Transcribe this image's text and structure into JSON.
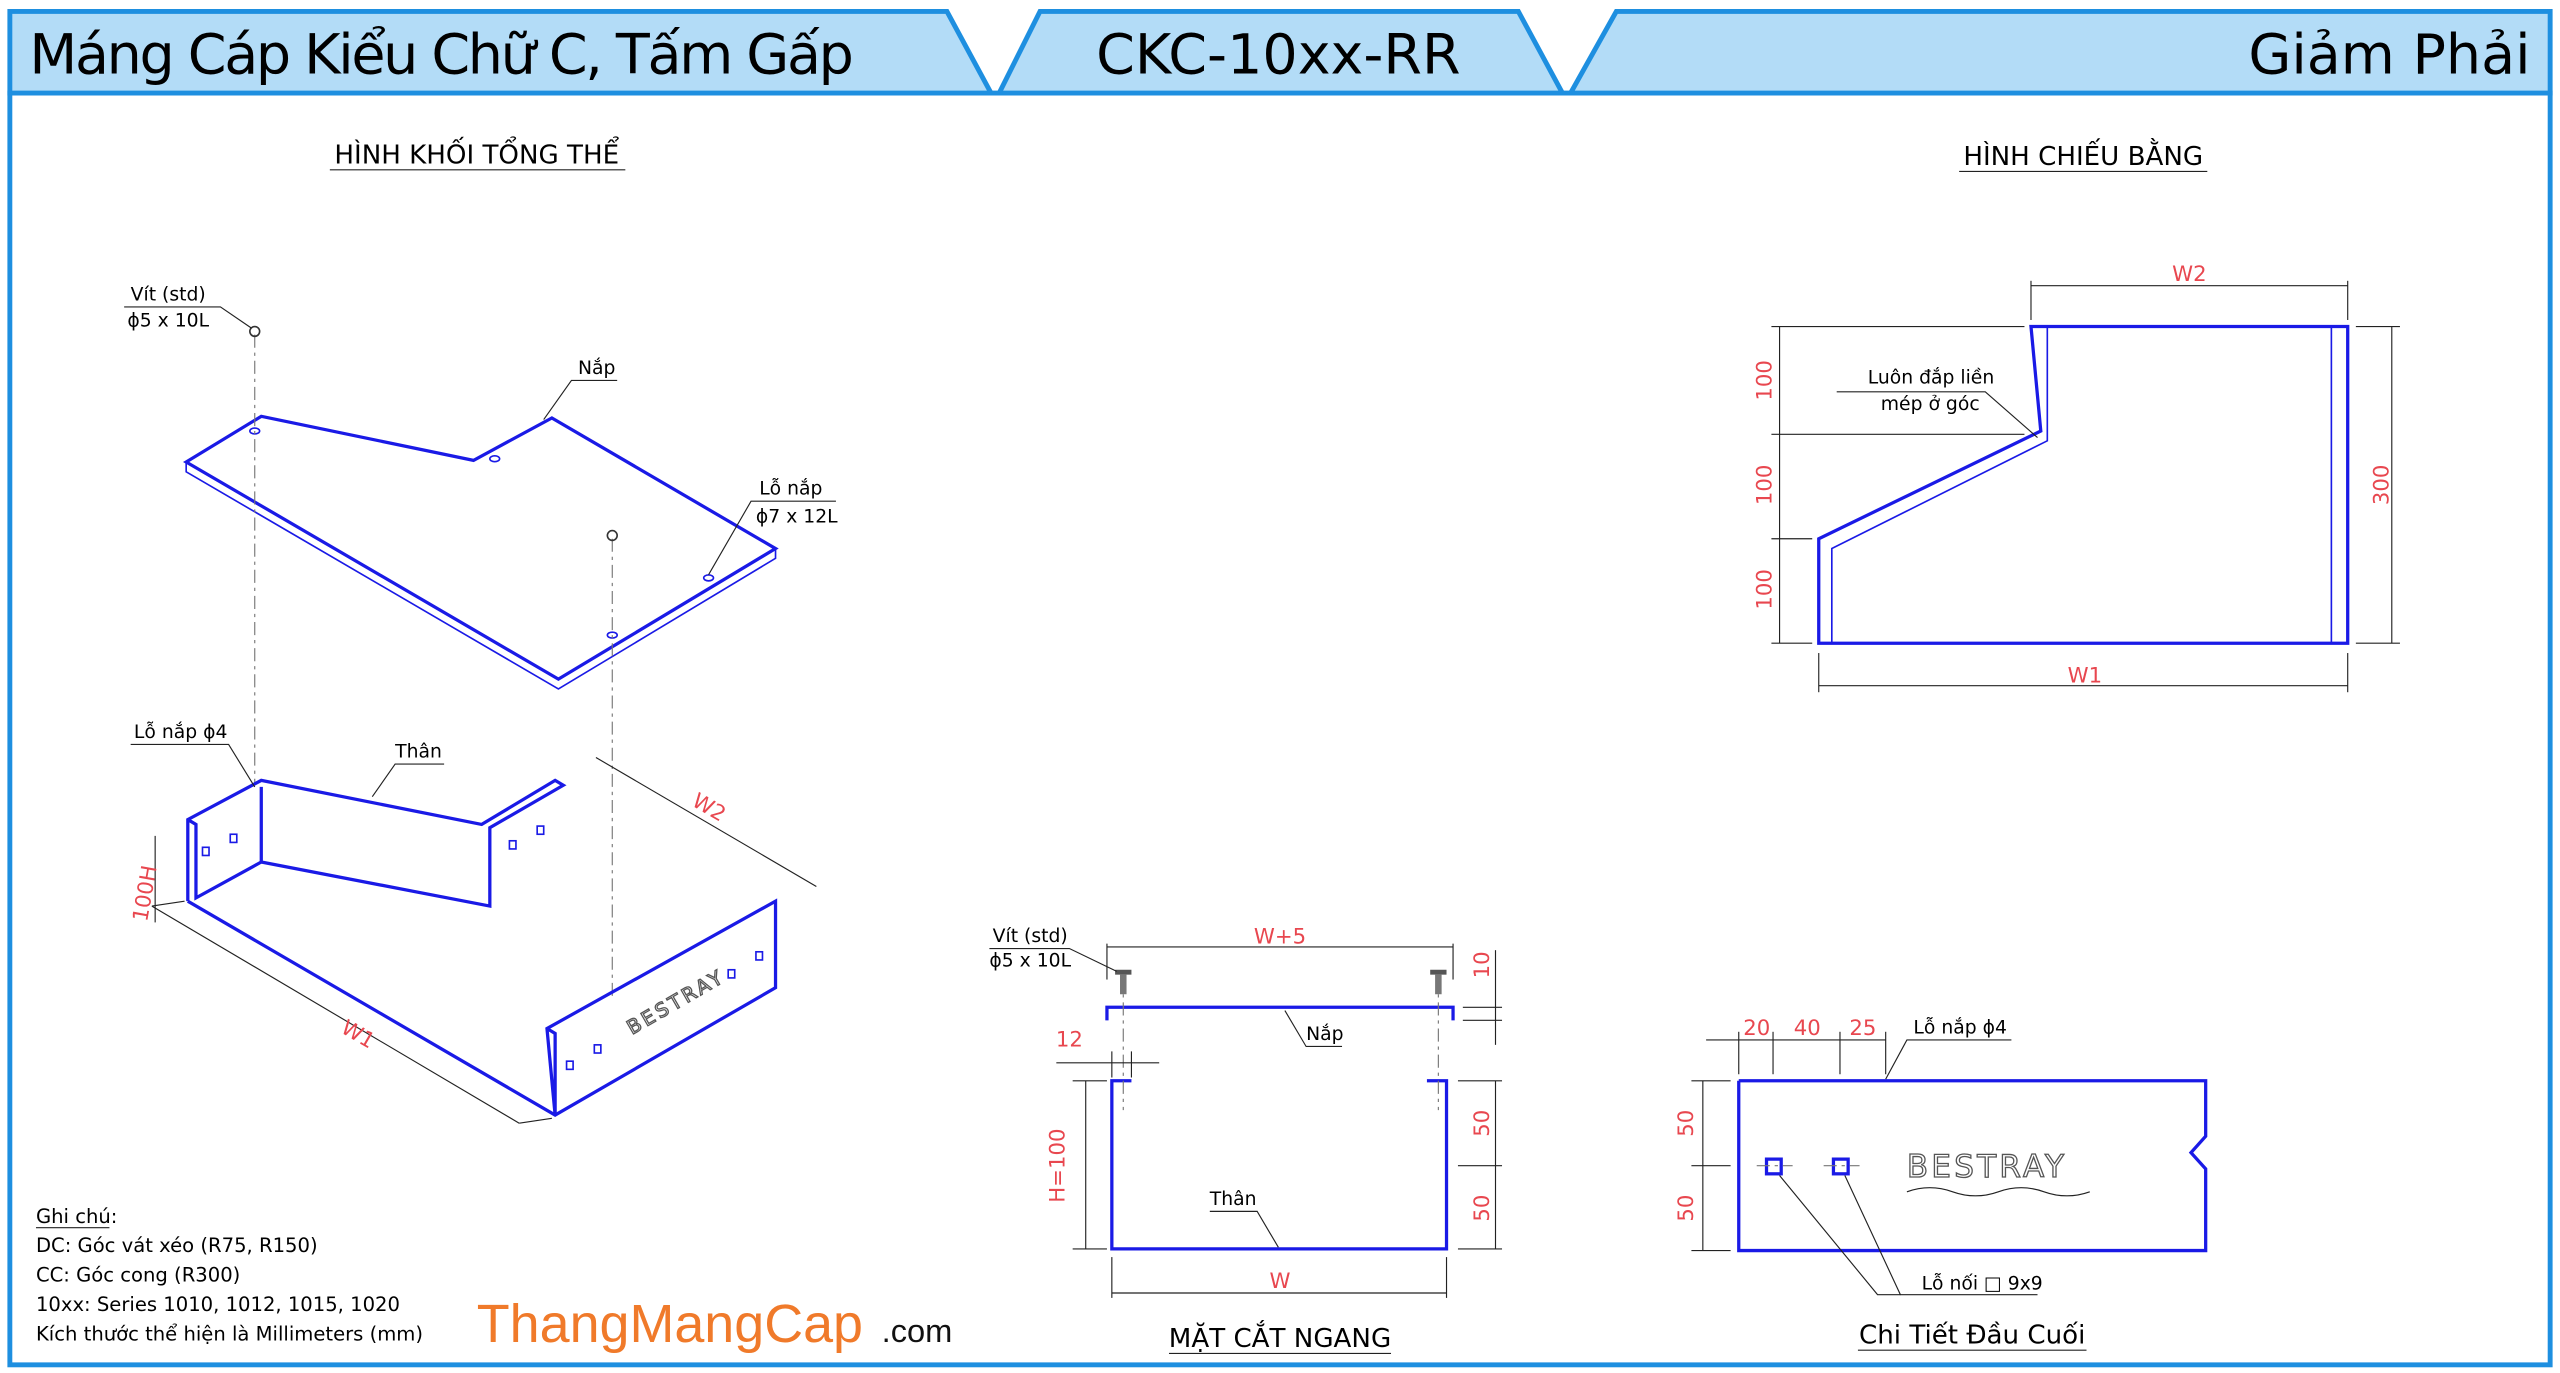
{
  "header": {
    "title": "Máng Cáp Kiểu Chữ C, Tấm Gấp",
    "code": "CKC-10xx-RR",
    "variant": "Giảm Phải"
  },
  "isometric": {
    "title": "HÌNH KHỐI TỔNG THỂ",
    "screw_label_1": "Vít (std)",
    "screw_label_2": "ϕ5 x 10L",
    "lid_label": "Nắp",
    "lid_hole_1": "Lỗ nắp",
    "lid_hole_2": "ϕ7 x 12L",
    "body_hole": "Lỗ nắp ϕ4",
    "body_label": "Thân",
    "dim_w1": "W1",
    "dim_w2": "W2",
    "dim_h": "100H",
    "logo": "BESTRAY"
  },
  "plan": {
    "title": "HÌNH CHIẾU BẰNG",
    "note_1": "Luôn đắp liền",
    "note_2": "mép ở góc",
    "dim_w2": "W2",
    "dim_w1": "W1",
    "dim_300": "300",
    "dim_100a": "100",
    "dim_100b": "100",
    "dim_100c": "100"
  },
  "section": {
    "title": "MẶT CẮT NGANG",
    "screw_label_1": "Vít (std)",
    "screw_label_2": "ϕ5 x 10L",
    "dim_w5": "W+5",
    "dim_10": "10",
    "dim_12": "12",
    "dim_h": "H=100",
    "dim_50a": "50",
    "dim_50b": "50",
    "dim_w": "W",
    "lid_label": "Nắp",
    "body_label": "Thân"
  },
  "end_detail": {
    "title": "Chi Tiết Đầu Cuối",
    "dim_20": "20",
    "dim_40": "40",
    "dim_25": "25",
    "dim_50a": "50",
    "dim_50b": "50",
    "hole_label": "Lỗ nắp ϕ4",
    "join_label": "Lỗ nối □ 9x9",
    "logo": "BESTRAY"
  },
  "notes": {
    "heading": "Ghi chú:",
    "lines": [
      "DC: Góc vát xéo (R75, R150)",
      "CC: Góc cong (R300)",
      "10xx: Series 1010, 1012, 1015, 1020",
      "Kích thước thể hiện là Millimeters (mm)"
    ]
  },
  "brand": {
    "name": "ThangMangCap",
    "suffix": ".com"
  },
  "colors": {
    "header_fill": "#b3dcf7",
    "frame": "#1e8fe0",
    "drawing": "#1a1ae6",
    "dimension": "#e8474f",
    "brand": "#f07a2a"
  }
}
